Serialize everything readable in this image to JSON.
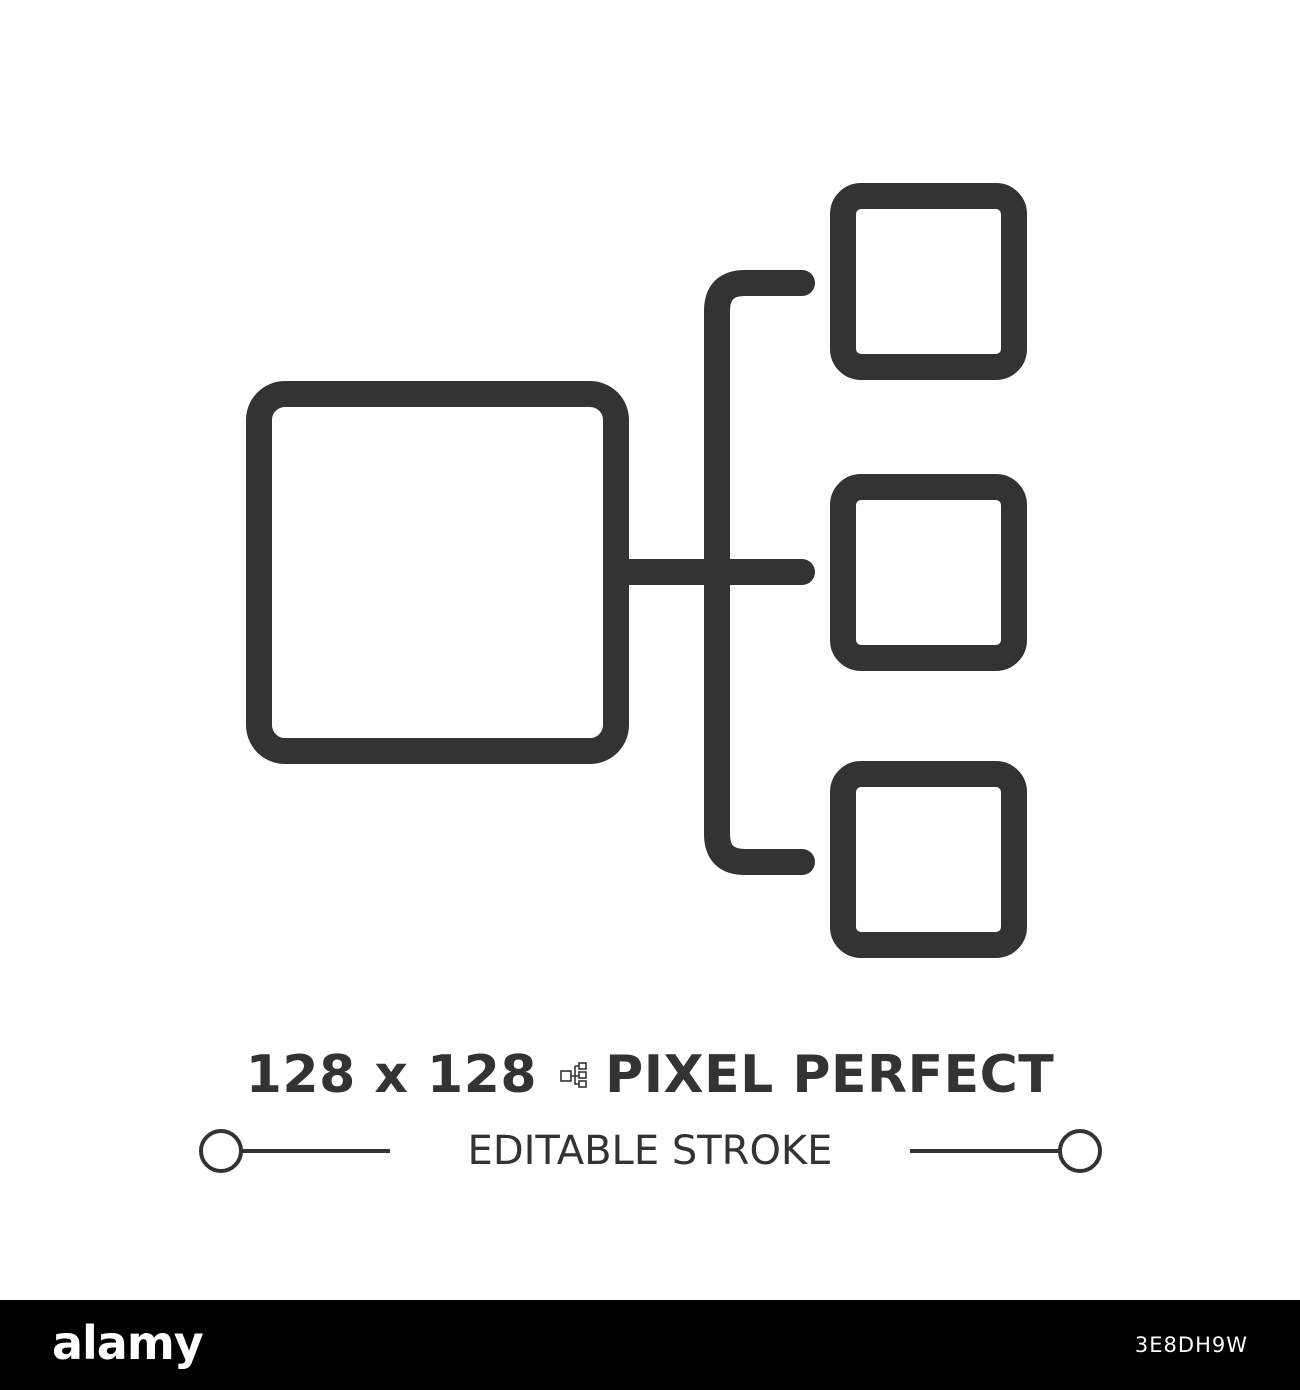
{
  "colors": {
    "stroke": "#333333",
    "background": "#ffffff",
    "footer_bg": "#000000",
    "footer_text": "#ffffff"
  },
  "icon": {
    "name": "hierarchy-structure-icon"
  },
  "caption": {
    "size_text": "128 x 128",
    "perfect_text": "PIXEL PERFECT",
    "stroke_text": "EDITABLE STROKE"
  },
  "footer": {
    "brand": "alamy",
    "image_id": "3E8DH9W"
  }
}
